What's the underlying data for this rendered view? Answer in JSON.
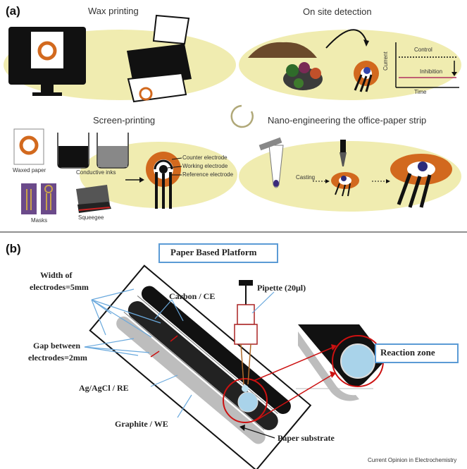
{
  "panel_a": {
    "label": "(a)",
    "wax_printing": {
      "title": "Wax printing"
    },
    "on_site": {
      "title": "On site detection",
      "control": "Control",
      "inhibition": "Inhibition",
      "current": "Current",
      "time": "Time"
    },
    "screen_printing": {
      "title": "Screen-printing",
      "waxed_paper": "Waxed paper",
      "conductive_inks": "Conductive inks",
      "masks": "Masks",
      "squeegee": "Squeegee",
      "counter": "Counter electrode",
      "working": "Working electrode",
      "reference": "Reference electrode"
    },
    "nano": {
      "title": "Nano-engineering the office-paper strip",
      "casting": "Casting"
    }
  },
  "panel_b": {
    "label": "(b)",
    "platform_title": "Paper Based Platform",
    "width_label_1": "Width of",
    "width_label_2": "electrodes=5mm",
    "carbon": "Carbon / CE",
    "pipette": "Pipette (20μl)",
    "gap_1": "Gap between",
    "gap_2": "electrodes=2mm",
    "agcl": "Ag/AgCl / RE",
    "graphite": "Graphite / WE",
    "reaction_zone": "Reaction zone",
    "paper_substrate": "Paper substrate"
  },
  "footer": "Current Opinion in Electrochemistry",
  "colors": {
    "ellipse": "#f0ecb0",
    "orange": "#d2691e",
    "blue_arrow": "#6aa9dd",
    "red": "#cc1111",
    "box_blue": "#5b9bd5"
  }
}
